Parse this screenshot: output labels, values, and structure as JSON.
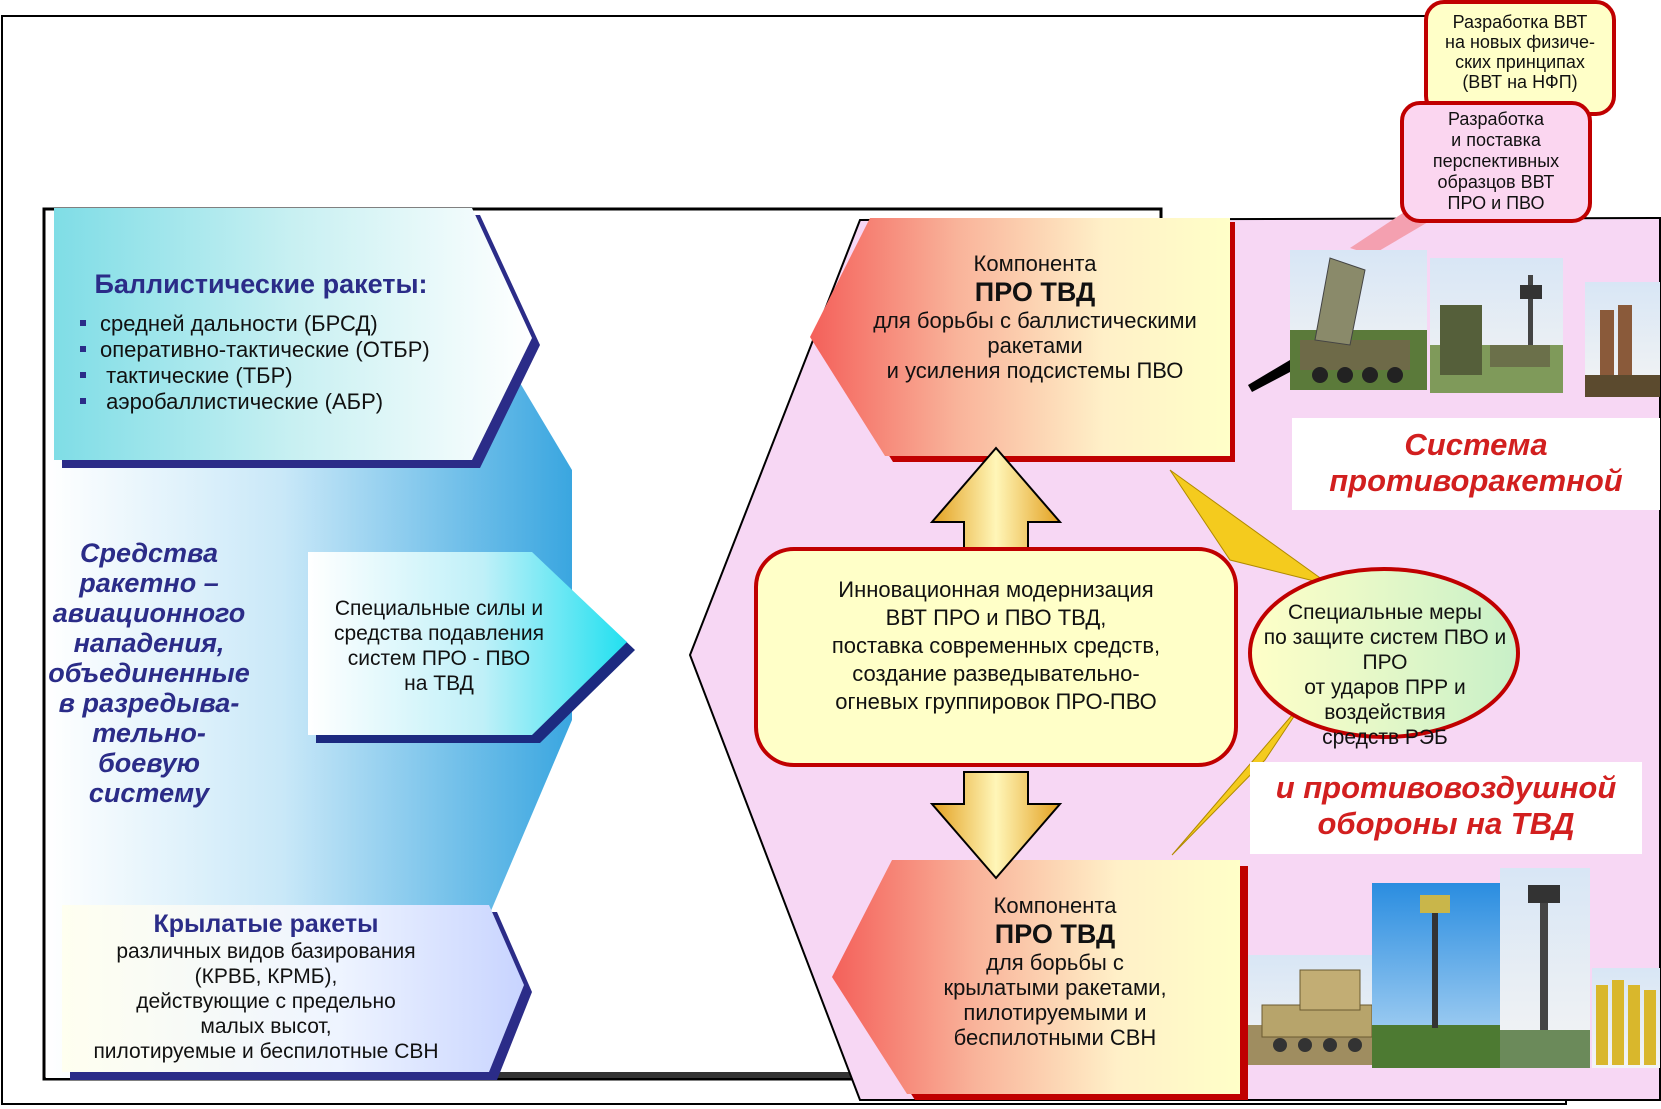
{
  "ballistic": {
    "title": "Баллистические ракеты:",
    "items": [
      "средней дальности (БРСД)",
      "оперативно-тактические (ОТБР)",
      " тактические (ТБР)",
      " аэробаллистические (АБР)"
    ]
  },
  "attack_means": {
    "lines": [
      "Средства",
      "ракетно –",
      "авиационного",
      "нападения,",
      "объединенные",
      "в разредыва-",
      "тельно-боевую",
      "систему"
    ]
  },
  "special_forces": {
    "lines": [
      "Специальные силы и",
      "средства  подавления",
      "систем ПРО - ПВО",
      "на ТВД"
    ]
  },
  "cruise": {
    "title": "Крылатые ракеты",
    "lines": [
      "различных видов базирования",
      "(КРВБ, КРМБ),",
      "действующие с предельно",
      "малых высот,",
      "пилотируемые и беспилотные СВН"
    ]
  },
  "component_top": {
    "label": "Компонента",
    "title": "ПРО ТВД",
    "lines": [
      "для борьбы с баллистическими",
      "ракетами",
      "и усиления подсистемы ПВО"
    ]
  },
  "component_bottom": {
    "label": "Компонента",
    "title": "ПРО ТВД",
    "lines": [
      "для борьбы с",
      "крылатыми ракетами,",
      "пилотируемыми и",
      "беспилотными СВН"
    ]
  },
  "innovation": {
    "lines": [
      "Инновационная модернизация",
      "ВВТ ПРО и ПВО ТВД,",
      "поставка современных средств,",
      "создание разведывательно-",
      "огневых группировок ПРО-ПВО"
    ]
  },
  "special_measures": {
    "lines": [
      "Специальные меры",
      "по защите систем ПВО и ПРО",
      "от ударов ПРР и воздействия",
      "средств РЭБ"
    ]
  },
  "system_title_top": {
    "lines": [
      "Система",
      "противоракетной"
    ]
  },
  "system_title_bottom": {
    "lines": [
      "и противовоздушной",
      "обороны на ТВД"
    ]
  },
  "nfp_box": {
    "lines": [
      "Разработка ВВТ",
      "на новых физиче-",
      "ских принципах",
      "(ВВТ на НФП)"
    ]
  },
  "supply_box": {
    "lines": [
      "Разработка",
      "и поставка",
      "перспективных",
      "образцов ВВТ",
      "ПРО и ПВО"
    ]
  },
  "colors": {
    "navy_text": "#2b2c88",
    "red_text": "#d21f1f",
    "box_border_red": "#c00000",
    "yellow_box": "#ffffc8"
  }
}
